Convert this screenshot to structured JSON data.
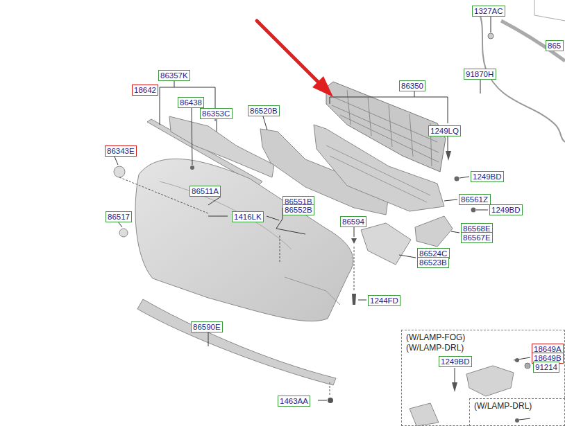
{
  "diagram": {
    "nodes": [
      {
        "text": [
          "1327AC"
        ]
      },
      {
        "text": [
          "865"
        ]
      },
      {
        "text": [
          "91870H"
        ]
      },
      {
        "text": [
          "86357K"
        ]
      },
      {
        "text": [
          "86350"
        ]
      },
      {
        "text": [
          "86438"
        ]
      },
      {
        "text": [
          "86520B"
        ]
      },
      {
        "text": [
          "86353C"
        ]
      },
      {
        "text": [
          "1249LQ"
        ]
      },
      {
        "text": [
          "86343E"
        ]
      },
      {
        "text": [
          "1249BD"
        ]
      },
      {
        "text": [
          "86511A"
        ]
      },
      {
        "text": [
          "86561Z"
        ]
      },
      {
        "text": [
          "86551B"
        ]
      },
      {
        "text": [
          "86552B"
        ]
      },
      {
        "text": [
          "1249BD"
        ]
      },
      {
        "text": [
          "86517"
        ]
      },
      {
        "text": [
          "1416LK"
        ]
      },
      {
        "text": [
          "86594"
        ]
      },
      {
        "text": [
          "86568E"
        ]
      },
      {
        "text": [
          "86567E"
        ]
      },
      {
        "text": [
          "86524C"
        ]
      },
      {
        "text": [
          "86523B"
        ]
      },
      {
        "text": [
          "1244FD"
        ]
      },
      {
        "text": [
          "86590E"
        ]
      },
      {
        "text": [
          "(W/LAMP-FOG)",
          "(W/LAMP-DRL)"
        ]
      },
      {
        "text": [
          "18649A"
        ],
        "in": 25
      },
      {
        "text": [
          "18649B"
        ],
        "in": 25
      },
      {
        "text": [
          "91214"
        ],
        "in": 25
      },
      {
        "text": [
          "1249BD"
        ],
        "in": 25
      },
      {
        "text": [
          "(W/LAMP-DRL)"
        ],
        "in": 25
      },
      {
        "text": [
          "18642"
        ],
        "in": 30
      },
      {
        "text": [
          "1463AA"
        ]
      }
    ]
  }
}
